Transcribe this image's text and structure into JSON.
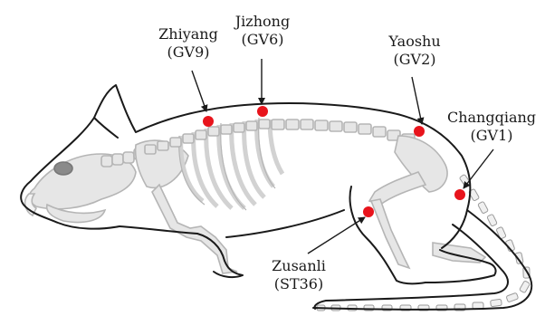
{
  "acupoints": [
    {
      "id": "zhiyang",
      "name": "Zhiyang",
      "code": "(GV9)"
    },
    {
      "id": "jizhong",
      "name": "Jizhong",
      "code": "(GV6)"
    },
    {
      "id": "yaoshu",
      "name": "Yaoshu",
      "code": "(GV2)"
    },
    {
      "id": "changqiang",
      "name": "Changqiang",
      "code": "(GV1)"
    },
    {
      "id": "zusanli",
      "name": "Zusanli",
      "code": "(ST36)"
    }
  ],
  "colors": {
    "point": "#e8141c",
    "outline": "#1a1a1a",
    "skeleton": "#b5b5b5",
    "skeleton_fill": "#e4e4e4",
    "skull_spot": "#8a8a8a"
  }
}
